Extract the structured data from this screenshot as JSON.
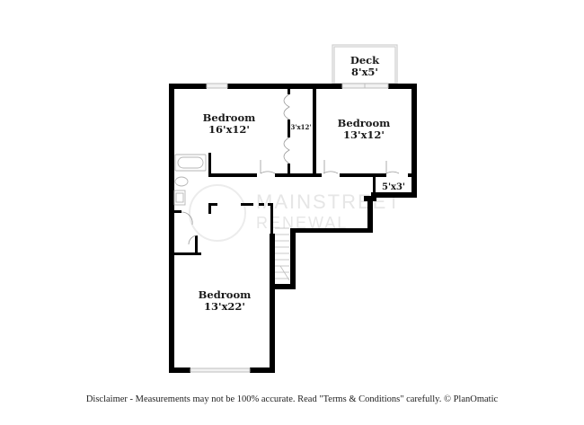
{
  "floorplan": {
    "rooms": [
      {
        "id": "bedroom-1",
        "name": "Bedroom",
        "dims": "16'x12'"
      },
      {
        "id": "closet-1",
        "name": "",
        "dims": "3'x12'"
      },
      {
        "id": "bedroom-2",
        "name": "Bedroom",
        "dims": "13'x12'"
      },
      {
        "id": "closet-2",
        "name": "",
        "dims": "5'x3'"
      },
      {
        "id": "deck",
        "name": "Deck",
        "dims": "8'x5'"
      },
      {
        "id": "bedroom-3",
        "name": "Bedroom",
        "dims": "13'x22'"
      }
    ],
    "colors": {
      "wall": "#000000",
      "window": "#cccccc",
      "fixture": "#bbbbbb",
      "watermark": "#e6e6e6"
    }
  },
  "watermark": {
    "line1": "MAINSTREET",
    "line2": "RENEWAL"
  },
  "footer": {
    "disclaimer": "Disclaimer - Measurements may not be 100% accurate. Read \"Terms & Conditions\" carefully. © PlanOmatic"
  }
}
